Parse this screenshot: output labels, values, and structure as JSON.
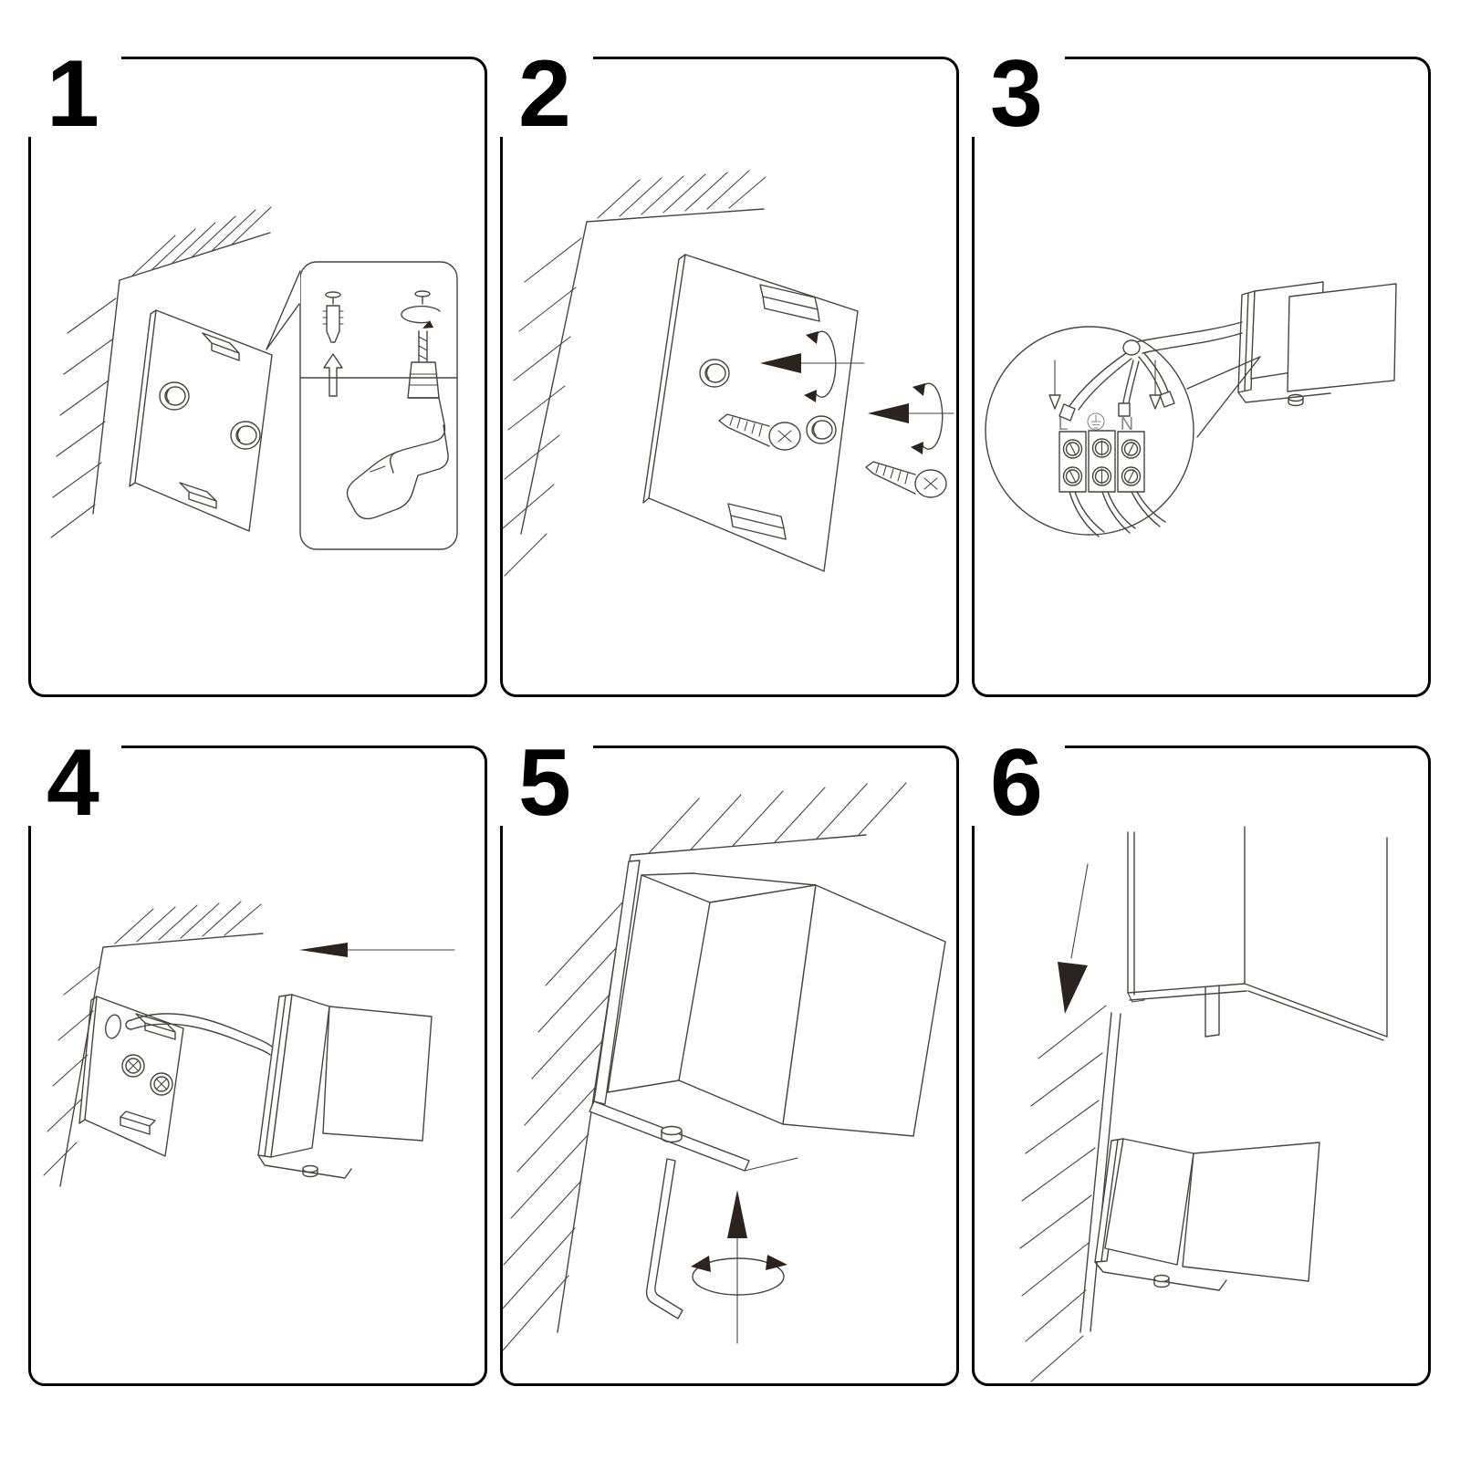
{
  "steps": [
    {
      "number": "1"
    },
    {
      "number": "2"
    },
    {
      "number": "3"
    },
    {
      "number": "4"
    },
    {
      "number": "5"
    },
    {
      "number": "6"
    }
  ],
  "wiring_labels": {
    "live": "L",
    "neutral": "N"
  },
  "colors": {
    "background": "#ffffff",
    "panel_border": "#000000",
    "line": "#4a4440",
    "arrow_fill": "#2b2320",
    "wiring_label_text": "#8a8a8a"
  }
}
